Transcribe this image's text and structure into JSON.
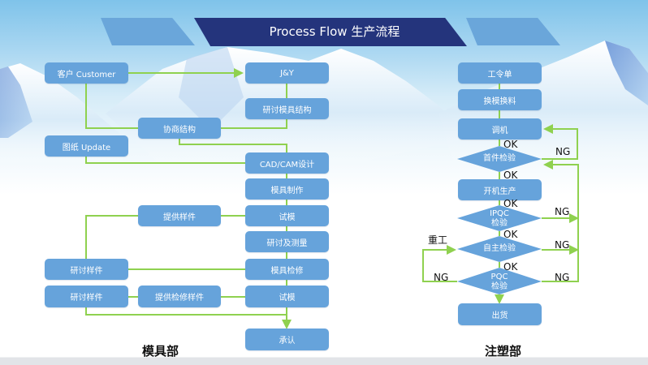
{
  "header": {
    "title": "Process Flow  生产流程"
  },
  "colors": {
    "banner_dark": "#24347c",
    "banner_light": "#6aa6da",
    "box_fill": "#66a3db",
    "connector": "#8fd14f",
    "label_text": "#111111"
  },
  "mold_department": {
    "title": "模具部",
    "nodes": {
      "customer": "客户 Customer",
      "jy": "J&Y",
      "discuss_mold_structure": "研讨模具结构",
      "negotiate_structure": "协商结构",
      "drawing_update": "图纸 Update",
      "cad_cam_design": "CAD/CAM设计",
      "mold_making": "模具制作",
      "trial_mold_1": "试模",
      "provide_samples": "提供样件",
      "discuss_and_measure": "研讨及测量",
      "discuss_samples_1": "研讨样件",
      "mold_repair": "模具检修",
      "discuss_samples_2": "研讨样件",
      "provide_repair_samples": "提供检修样件",
      "trial_mold_2": "试模",
      "approval": "承认"
    }
  },
  "injection_department": {
    "title": "注塑部",
    "nodes": {
      "work_order": "工令单",
      "mold_material_change": "换模换料",
      "machine_adjust": "调机",
      "first_article_inspection": "首件检验",
      "start_production": "开机生产",
      "ipqc_line1": "IPQC",
      "ipqc_line2": "检验",
      "self_inspection": "自主检验",
      "pqc_line1": "PQC",
      "pqc_line2": "检验",
      "shipment": "出货"
    },
    "labels": {
      "ok_1": "OK",
      "ok_2": "OK",
      "ok_3": "OK",
      "ok_4": "OK",
      "ok_5": "OK",
      "ng_first": "NG",
      "ng_ipqc": "NG",
      "ng_self": "NG",
      "ng_pqc_right": "NG",
      "ng_pqc_left": "NG",
      "rework": "重工"
    }
  }
}
